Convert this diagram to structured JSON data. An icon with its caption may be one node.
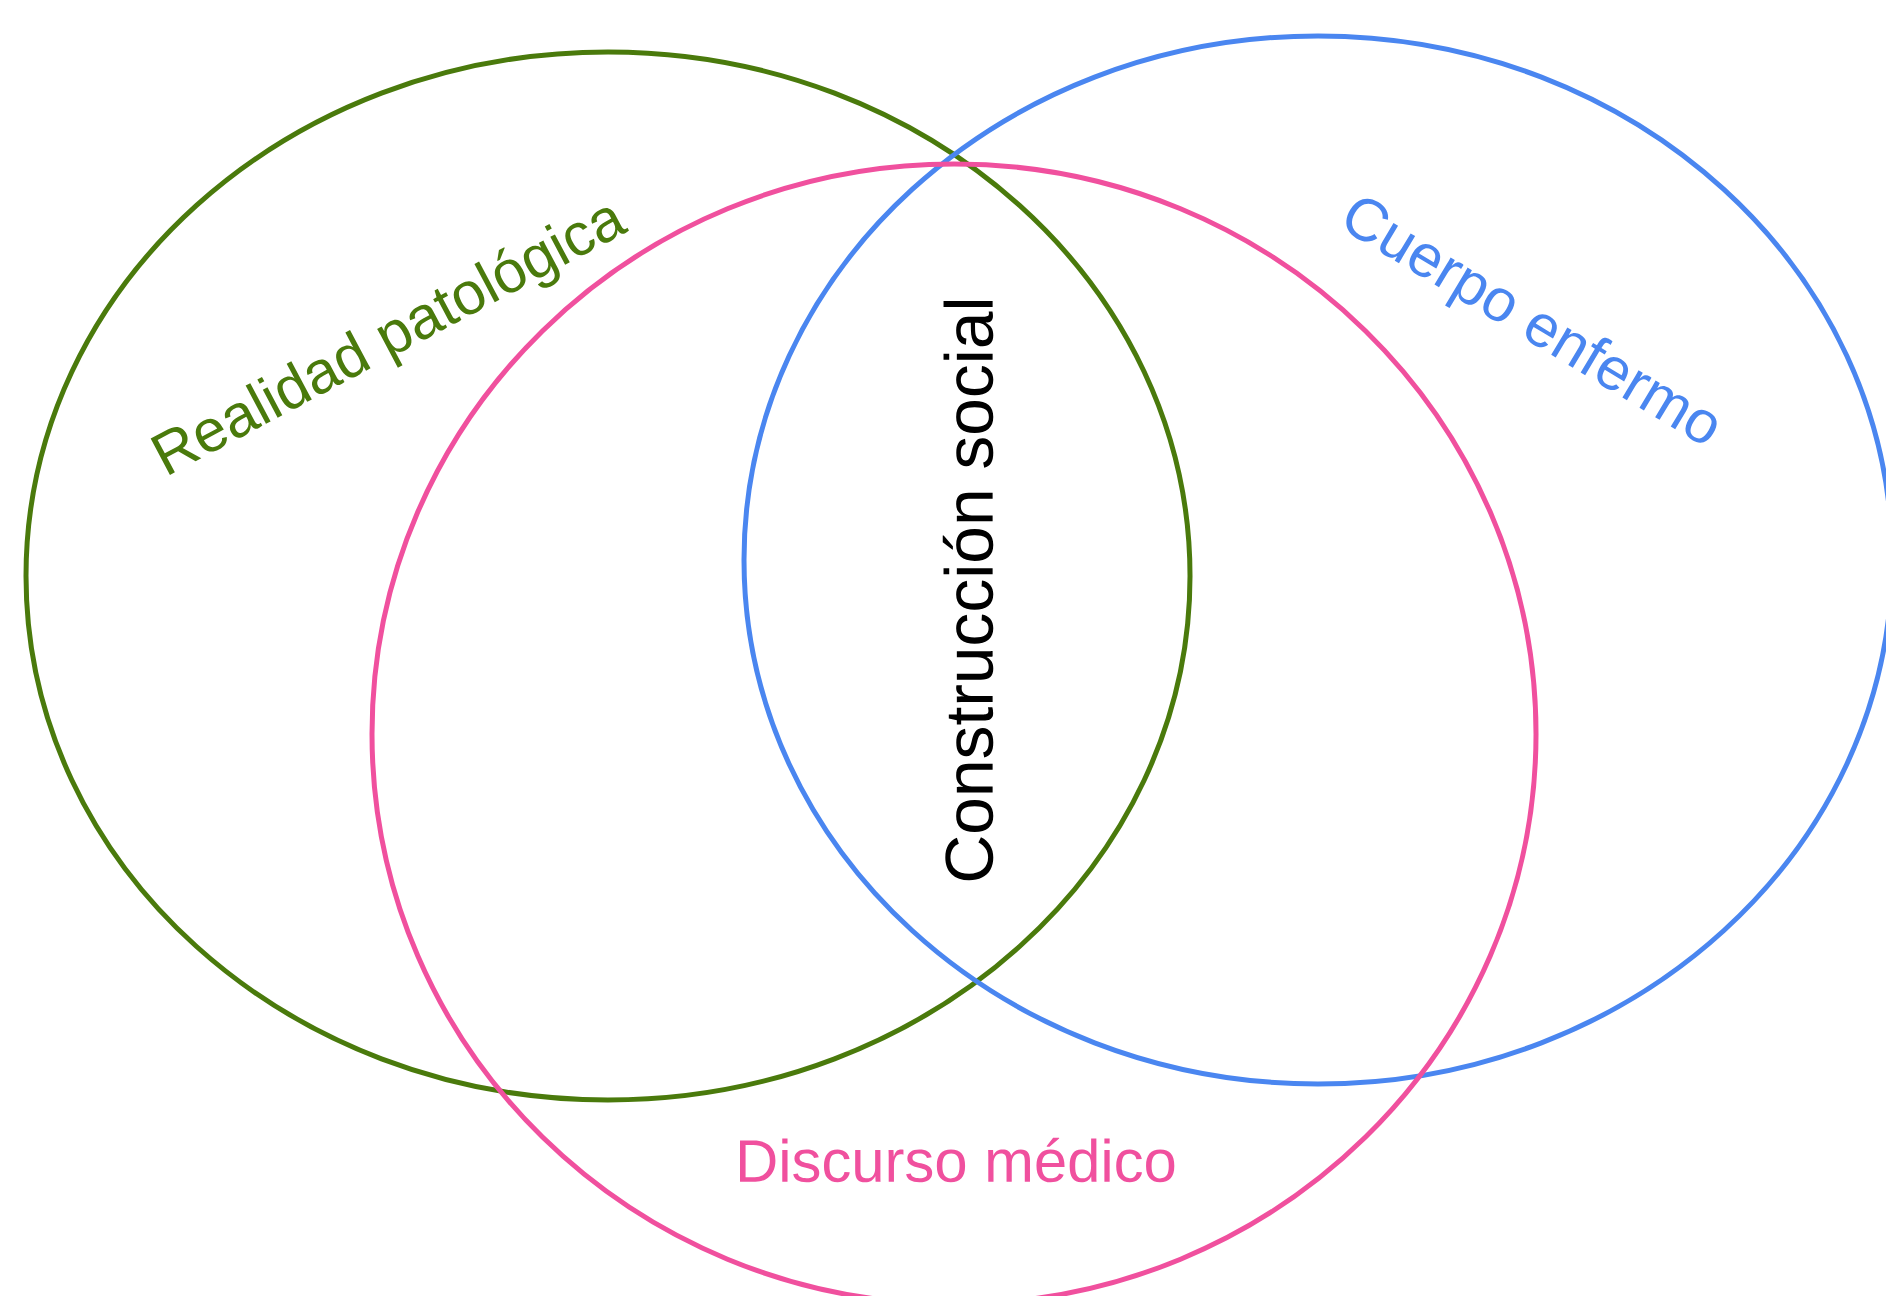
{
  "diagram": {
    "nodes": [
      {
        "text": [
          "Realidad patológica"
        ]
      },
      {
        "text": [
          "Cuerpo enfermo"
        ]
      },
      {
        "text": [
          "Discurso médico"
        ]
      }
    ],
    "labels": [
      "Construcción social"
    ]
  }
}
